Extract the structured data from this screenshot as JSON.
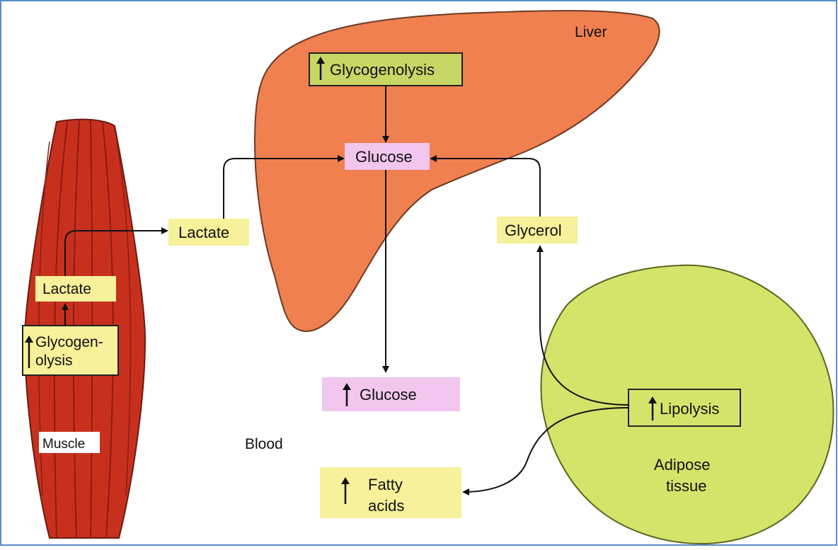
{
  "liver": {
    "label": "Liver"
  },
  "muscle": {
    "label": "Muscle"
  },
  "blood": {
    "label": "Blood"
  },
  "adipose": {
    "label_line1": "Adipose",
    "label_line2": "tissue"
  },
  "boxes": {
    "liver_glycogenolysis": "Glycogenolysis",
    "liver_glucose": "Glucose",
    "blood_glucose": "Glucose",
    "blood_lactate": "Lactate",
    "glycerol": "Glycerol",
    "muscle_lactate": "Lactate",
    "muscle_glycogenolysis_line1": "Glycogen-",
    "muscle_glycogenolysis_line2": "olysis",
    "lipolysis": "Lipolysis",
    "fatty_acids_line1": "Fatty",
    "fatty_acids_line2": "acids"
  },
  "colors": {
    "liver": "#f08050",
    "muscle": "#c8301e",
    "adipose": "#d4e46a",
    "box_yellow": "#f6f19a",
    "box_olive": "#c8d666",
    "box_pink": "#f2c6ee",
    "border": "#5b8dc9"
  },
  "icons": {
    "increase": "up-arrow-icon"
  }
}
